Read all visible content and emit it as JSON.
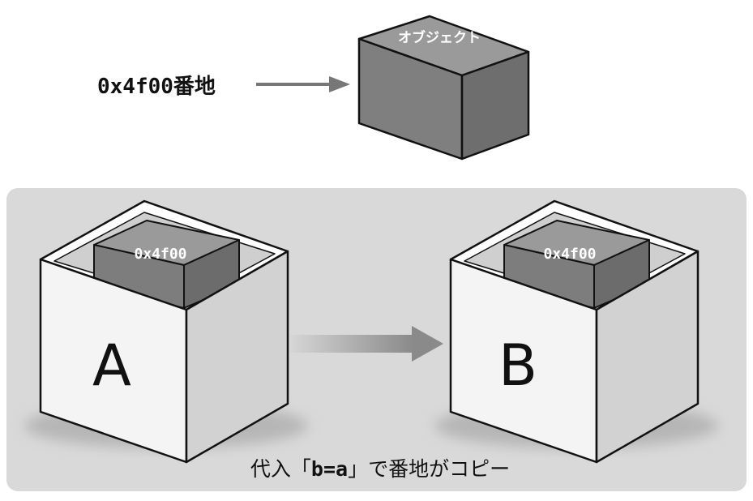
{
  "object_box": {
    "label": "オブジェクト"
  },
  "address_pointer": {
    "address": "0x4f00",
    "suffix": "番地"
  },
  "box_a": {
    "letter": "A",
    "content": "0x4f00"
  },
  "box_b": {
    "letter": "B",
    "content": "0x4f00"
  },
  "caption": {
    "prefix": "代入「",
    "code": "b=a",
    "suffix": "」で番地がコピー"
  },
  "colors": {
    "object_gray": "#8a8a8a",
    "box_white": "#f2f2f2",
    "panel_gray": "#d9d9d9",
    "arrow_gray": "#8c8c8c"
  }
}
